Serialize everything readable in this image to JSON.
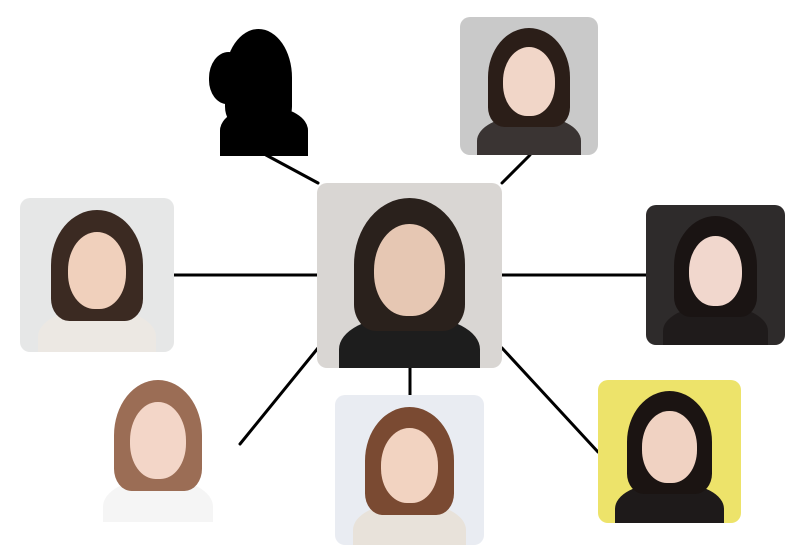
{
  "diagram": {
    "type": "relationship-hub",
    "line_color": "#000000",
    "center": {
      "icon": "portrait-photo-icon",
      "bg": "#d9d6d3",
      "hair": "#2a211c",
      "skin": "#e6c7b3",
      "clothes": "#1d1d1d"
    },
    "nodes": [
      {
        "id": "top-left",
        "icon": "silhouette-icon",
        "bg": "#ffffff",
        "hair": "#000000",
        "skin": "#000000",
        "clothes": "#000000"
      },
      {
        "id": "top-right",
        "icon": "portrait-photo-icon",
        "bg": "#c9c9c9",
        "hair": "#2b1e18",
        "skin": "#f1d6c8",
        "clothes": "#3a3433"
      },
      {
        "id": "left",
        "icon": "portrait-photo-icon",
        "bg": "#e6e7e7",
        "hair": "#3b2a22",
        "skin": "#f0d0bc",
        "clothes": "#ece8e3"
      },
      {
        "id": "right",
        "icon": "portrait-photo-icon",
        "bg": "#2e2b2b",
        "hair": "#1a1413",
        "skin": "#f1d7cd",
        "clothes": "#1f1b1b"
      },
      {
        "id": "bottom-left",
        "icon": "portrait-photo-icon",
        "bg": "#ffffff",
        "hair": "#9b6d55",
        "skin": "#f3d6c8",
        "clothes": "#f5f5f5"
      },
      {
        "id": "bottom-center",
        "icon": "portrait-photo-icon",
        "bg": "#e9ecf2",
        "hair": "#7a4a32",
        "skin": "#f2d3c1",
        "clothes": "#e8e2da"
      },
      {
        "id": "bottom-right",
        "icon": "portrait-photo-icon",
        "bg": "#ede36a",
        "hair": "#1b1412",
        "skin": "#f0d2c2",
        "clothes": "#1e1a1a"
      }
    ]
  }
}
